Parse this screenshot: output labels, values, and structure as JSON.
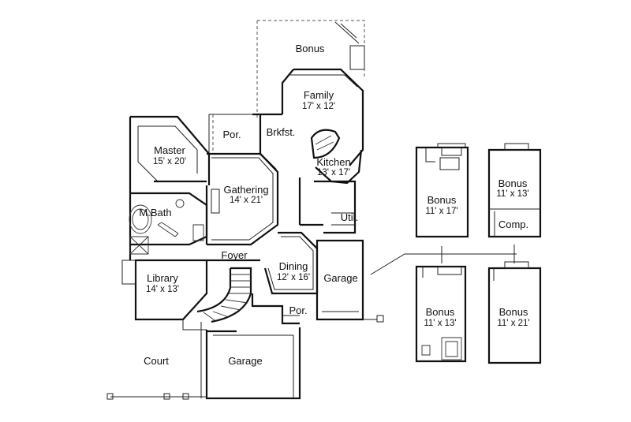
{
  "rooms": {
    "bonus_top": {
      "name": "Bonus"
    },
    "family": {
      "name": "Family",
      "dims": "17' x 12'"
    },
    "brkfst": {
      "name": "Brkfst."
    },
    "porch_top": {
      "name": "Por."
    },
    "master": {
      "name": "Master",
      "dims": "15' x 20'"
    },
    "kitchen": {
      "name": "Kitchen",
      "dims": "13' x 17'"
    },
    "gathering": {
      "name": "Gathering",
      "dims": "14' x 21'"
    },
    "mbath": {
      "name": "M.Bath"
    },
    "util": {
      "name": "Util."
    },
    "foyer": {
      "name": "Foyer"
    },
    "dining": {
      "name": "Dining",
      "dims": "12' x 16'"
    },
    "garage_side": {
      "name": "Garage"
    },
    "library": {
      "name": "Library",
      "dims": "14' x 13'"
    },
    "porch_front": {
      "name": "Por."
    },
    "court": {
      "name": "Court"
    },
    "garage_front": {
      "name": "Garage"
    }
  },
  "options": {
    "opt1": {
      "name": "Bonus",
      "dims": "11' x 17'"
    },
    "opt2": {
      "name": "Bonus",
      "dims": "11' x 13'",
      "extra": "Comp."
    },
    "opt3": {
      "name": "Bonus",
      "dims": "11' x 13'"
    },
    "opt4": {
      "name": "Bonus",
      "dims": "11' x 21'"
    }
  }
}
